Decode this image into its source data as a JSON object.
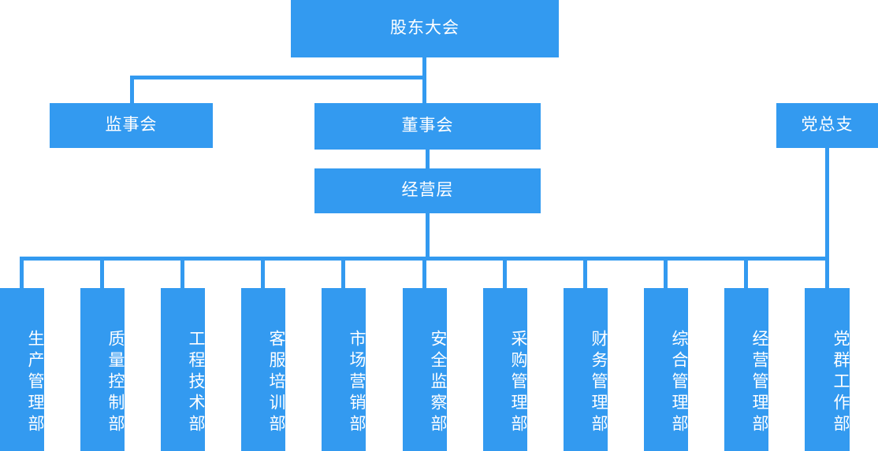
{
  "chart": {
    "title_node": {
      "label": "股东大会"
    },
    "level2": [
      {
        "label": "监事会"
      },
      {
        "label": "董事会"
      },
      {
        "label": "党总支"
      }
    ],
    "level3": [
      {
        "label": "经营层"
      }
    ],
    "departments": [
      {
        "label": "生产管理部"
      },
      {
        "label": "质量控制部"
      },
      {
        "label": "工程技术部"
      },
      {
        "label": "客服培训部"
      },
      {
        "label": "市场营销部"
      },
      {
        "label": "安全监察部"
      },
      {
        "label": "采购管理部"
      },
      {
        "label": "财务管理部"
      },
      {
        "label": "综合管理部"
      },
      {
        "label": "经营管理部"
      },
      {
        "label": "党群工作部"
      }
    ],
    "colors": {
      "node_fill": "#339af0",
      "node_text": "#ffffff",
      "connector": "#339af0",
      "background": "#ffffff"
    }
  }
}
